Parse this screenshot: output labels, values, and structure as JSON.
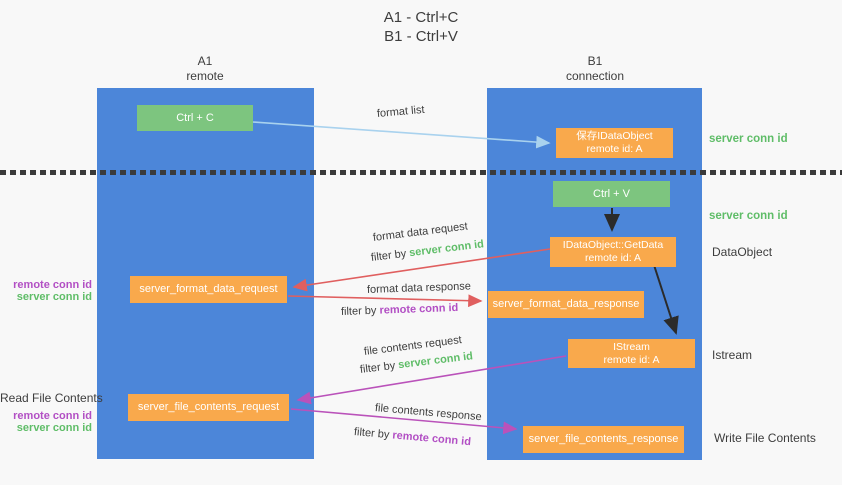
{
  "title": {
    "line1": "A1 - Ctrl+C",
    "line2": "B1 - Ctrl+V"
  },
  "columns": {
    "a": {
      "header_line1": "A1",
      "header_line2": "remote"
    },
    "b": {
      "header_line1": "B1",
      "header_line2": "connection"
    }
  },
  "boxes": {
    "ctrl_c": {
      "label": "Ctrl + C"
    },
    "save_idataobject": {
      "line1": "保存IDataObject",
      "line2": "remote id: A"
    },
    "ctrl_v": {
      "label": "Ctrl + V"
    },
    "getdata": {
      "line1": "IDataObject::GetData",
      "line2": "remote id: A"
    },
    "format_request": {
      "label": "server_format_data_request"
    },
    "format_response": {
      "label": "server_format_data_response"
    },
    "istream": {
      "line1": "IStream",
      "line2": "remote id: A"
    },
    "file_request": {
      "label": "server_file_contents_request"
    },
    "file_response": {
      "label": "server_file_contents_response"
    }
  },
  "arrow_labels": {
    "format_list": "format list",
    "format_data_request": "format data request",
    "format_data_response": "format data response",
    "file_contents_request": "file contents request",
    "file_contents_response": "file contents response",
    "filter_by": "filter by ",
    "server_conn_id": "server conn id",
    "remote_conn_id": "remote conn id"
  },
  "side_labels": {
    "right": {
      "server_conn_id_top": "server conn id",
      "server_conn_id_mid": "server conn id",
      "dataobject": "DataObject",
      "istream": "Istream",
      "write_file_contents": "Write File Contents"
    },
    "left": {
      "remote_conn_id_1": "remote conn id",
      "server_conn_id_1": "server conn id",
      "read_file_contents": "Read File Contents",
      "remote_conn_id_2": "remote conn id",
      "server_conn_id_2": "server conn id"
    }
  },
  "colors": {
    "column_blue": "#4c86d9",
    "box_green": "#7dc57f",
    "box_orange": "#f9a94c",
    "arrow_red": "#e05f5f",
    "arrow_magenta": "#ba52ba",
    "arrow_lightblue": "#a9d2ee",
    "arrow_black": "#2b2b2b",
    "text_green": "#5fbd68",
    "text_purple": "#b24fc4",
    "text_dark": "#3d3d3d",
    "background": "#f8f8f8"
  }
}
